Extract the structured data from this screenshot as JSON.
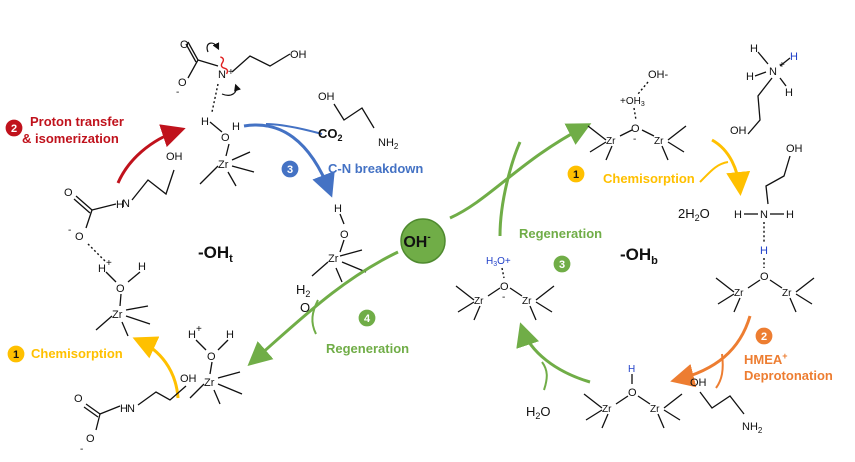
{
  "colors": {
    "red": "#c0121c",
    "blue": "#4472c4",
    "green": "#70ad47",
    "yellow": "#ffc000",
    "orange": "#ed7d31",
    "hydrogen_blue": "#1f3fc8"
  },
  "left_cycle": {
    "center_label": "-OH",
    "center_sub": "t",
    "steps": [
      {
        "number": "2",
        "line1": "Proton transfer",
        "line2": "& isomerization"
      },
      {
        "number": "3",
        "line1": "C-N breakdown"
      },
      {
        "number": "4",
        "line1": "Regeneration"
      },
      {
        "number": "1",
        "line1": "Chemisorption"
      }
    ],
    "species": {
      "co2": "CO",
      "co2_sub": "2",
      "h2o_h": "H",
      "h2o_sub": "2",
      "h2o_o": "O"
    }
  },
  "center": {
    "label": "OH",
    "sup": "-"
  },
  "right_cycle": {
    "center_label": "-OH",
    "center_sub": "b",
    "steps": [
      {
        "number": "1",
        "line1": "Chemisorption"
      },
      {
        "number": "2",
        "line1": "HMEA",
        "sup": "+",
        "line2": "Deprotonation"
      },
      {
        "number": "3",
        "line1": "Regeneration"
      }
    ],
    "species": {
      "water_out": "2H",
      "water_out_sub": "2",
      "water_out_o": "O",
      "water_in": "H",
      "water_in_sub": "2",
      "water_in_o": "O",
      "h3o": "H",
      "h3o_sub": "3",
      "h3o_o": "O+",
      "oh_minus": "OH-",
      "oh3_plus": "+OH",
      "oh3_sub": "3"
    }
  },
  "atoms": {
    "zr": "Zr",
    "o": "O",
    "h": "H",
    "n": "N",
    "oh": "OH",
    "nh2": "NH",
    "nh2_sub": "2",
    "h_plus": "H",
    "plus": "+",
    "minus": "-"
  }
}
